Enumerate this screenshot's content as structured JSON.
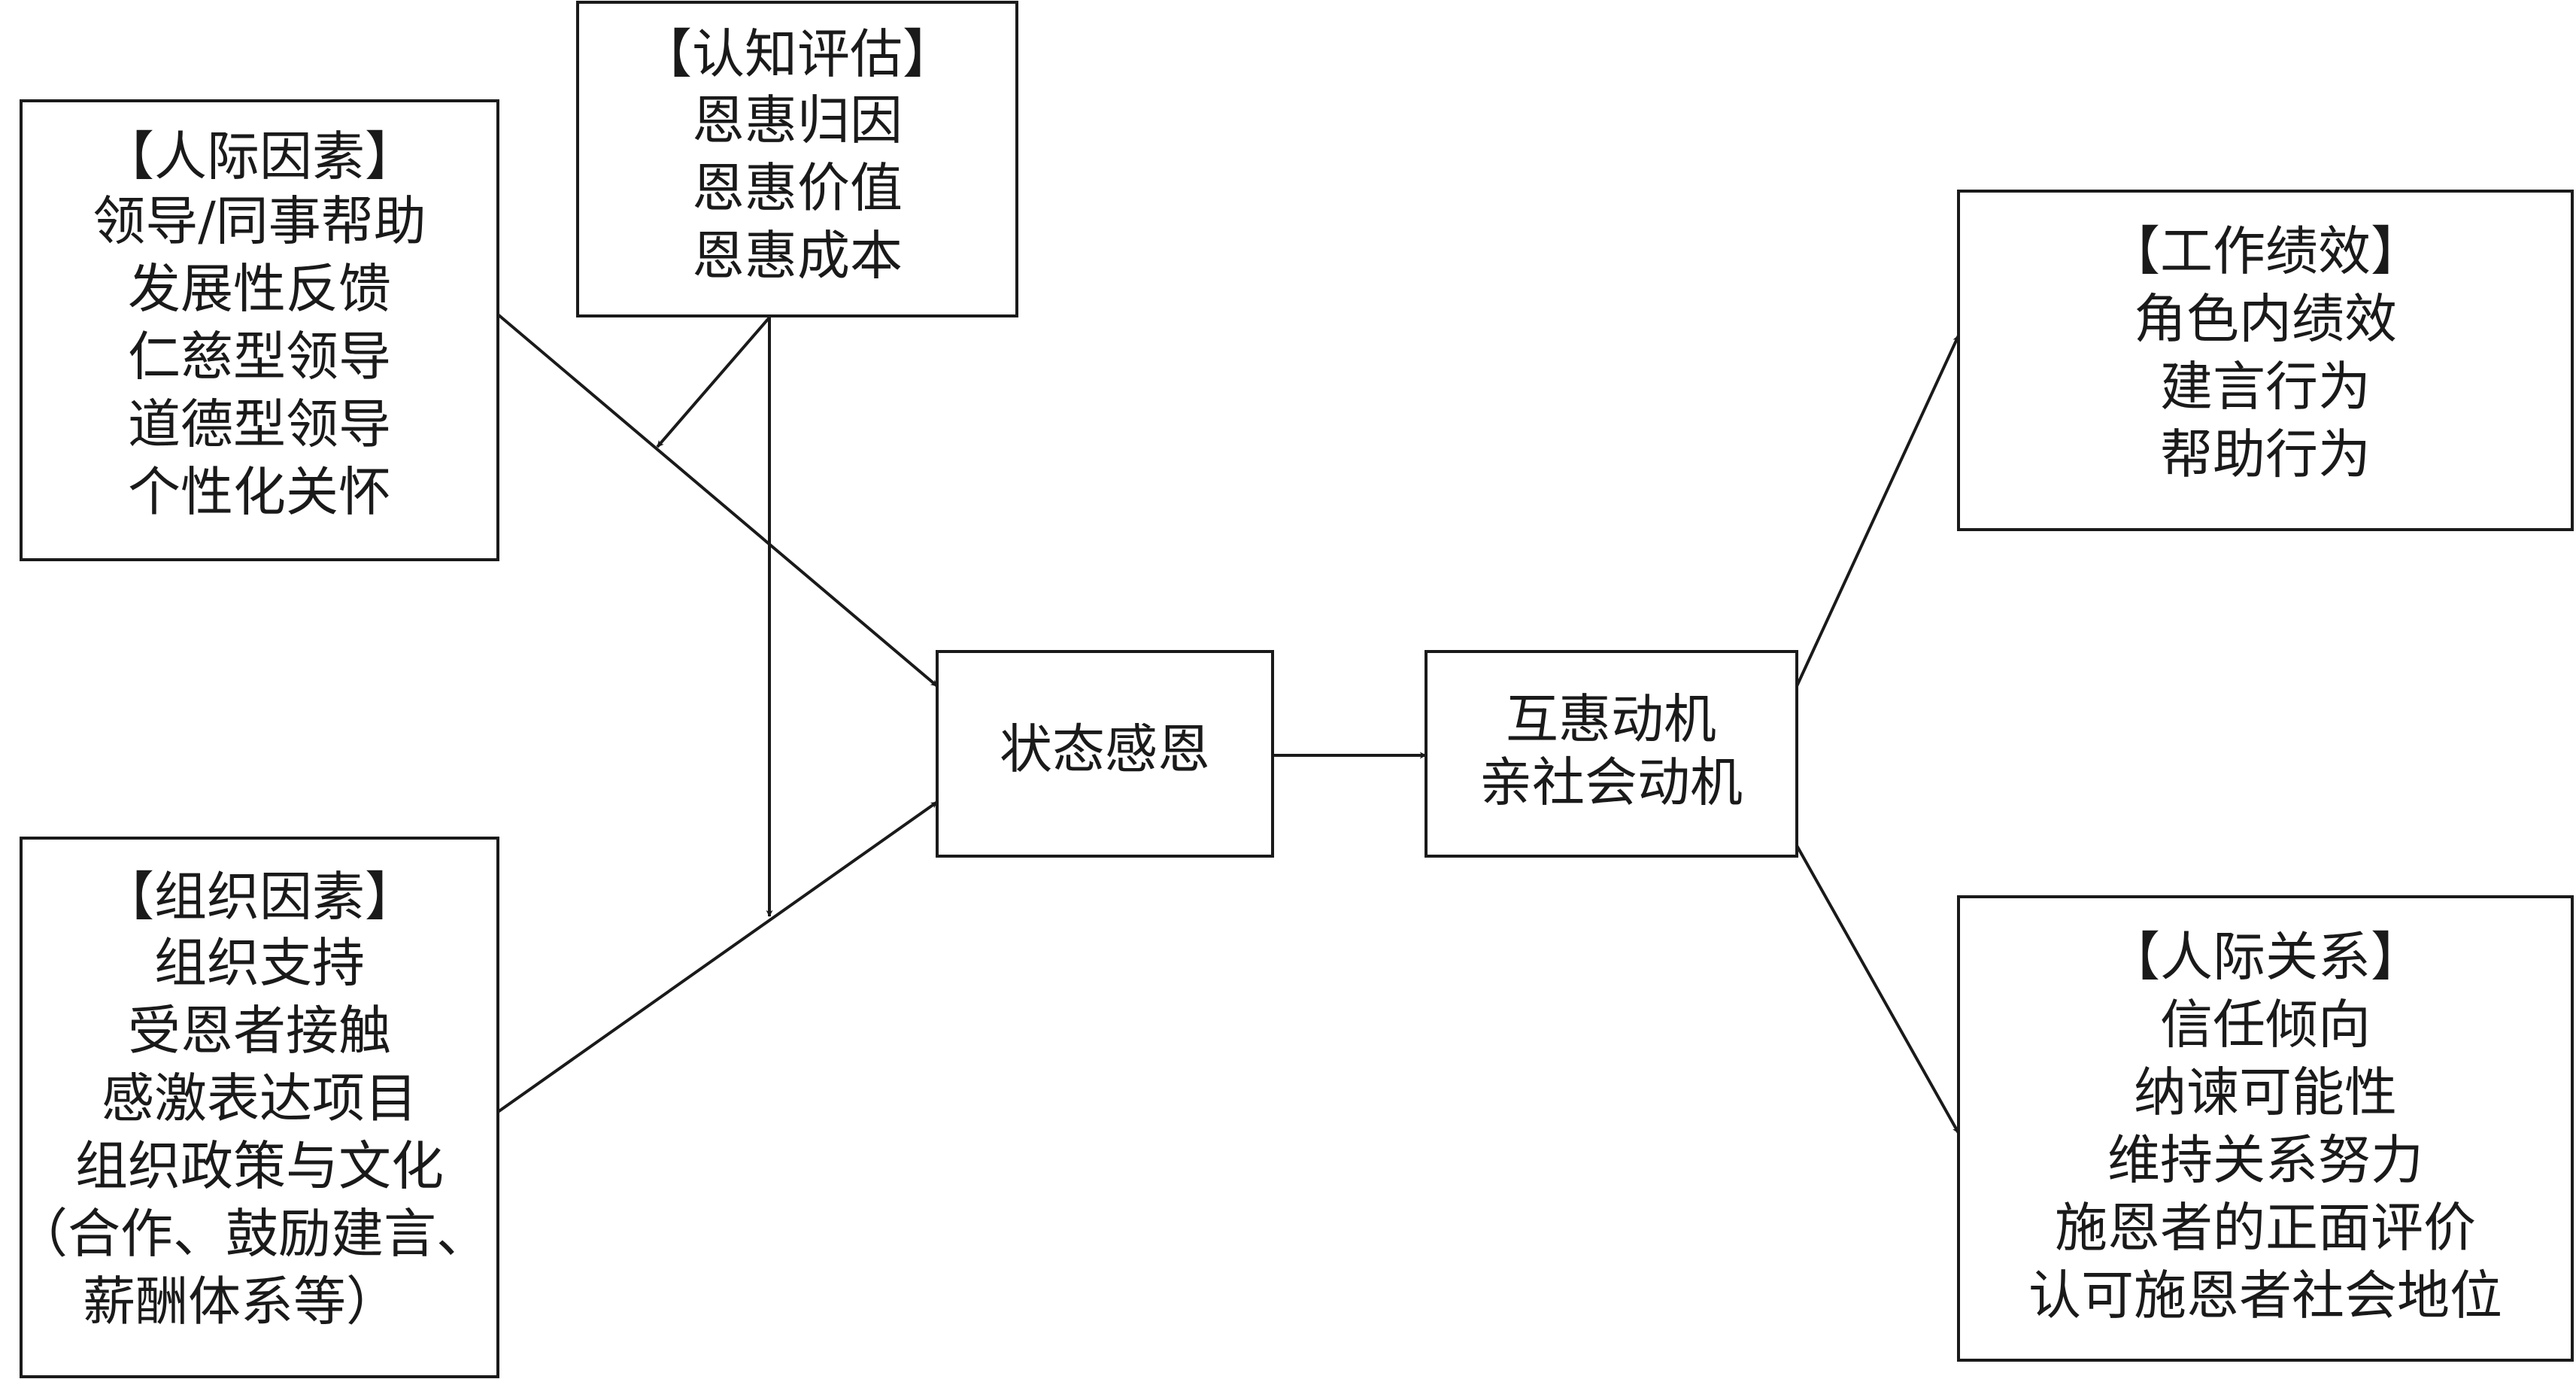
{
  "diagram": {
    "nodes": {
      "interpersonal_factors": {
        "title": "【人际因素】",
        "items": [
          "领导/同事帮助",
          "发展性反馈",
          "仁慈型领导",
          "道德型领导",
          "个性化关怀"
        ]
      },
      "cognitive_appraisal": {
        "title": "【认知评估】",
        "items": [
          "恩惠归因",
          "恩惠价值",
          "恩惠成本"
        ]
      },
      "organizational_factors": {
        "title": "【组织因素】",
        "items": [
          "组织支持",
          "受恩者接触",
          "感激表达项目",
          "组织政策与文化",
          "（合作、鼓励建言、",
          "薪酬体系等）"
        ]
      },
      "state_gratitude": {
        "title": "",
        "items": [
          "状态感恩"
        ]
      },
      "motivation": {
        "title": "",
        "items": [
          "互惠动机",
          "亲社会动机"
        ]
      },
      "work_performance": {
        "title": "【工作绩效】",
        "items": [
          "角色内绩效",
          "建言行为",
          "帮助行为"
        ]
      },
      "interpersonal_relations": {
        "title": "【人际关系】",
        "items": [
          "信任倾向",
          "纳谏可能性",
          "维持关系努力",
          "施恩者的正面评价",
          "认可施恩者社会地位"
        ]
      }
    },
    "edges": [
      {
        "from": "interpersonal_factors",
        "to": "state_gratitude"
      },
      {
        "from": "organizational_factors",
        "to": "state_gratitude"
      },
      {
        "from": "cognitive_appraisal",
        "to": "interpersonal_factors_edge",
        "kind": "moderation"
      },
      {
        "from": "cognitive_appraisal",
        "to": "organizational_factors_edge",
        "kind": "moderation"
      },
      {
        "from": "state_gratitude",
        "to": "motivation"
      },
      {
        "from": "motivation",
        "to": "work_performance"
      },
      {
        "from": "motivation",
        "to": "interpersonal_relations"
      }
    ],
    "colors": {
      "stroke": "#1a1a1a",
      "background": "#ffffff"
    }
  }
}
